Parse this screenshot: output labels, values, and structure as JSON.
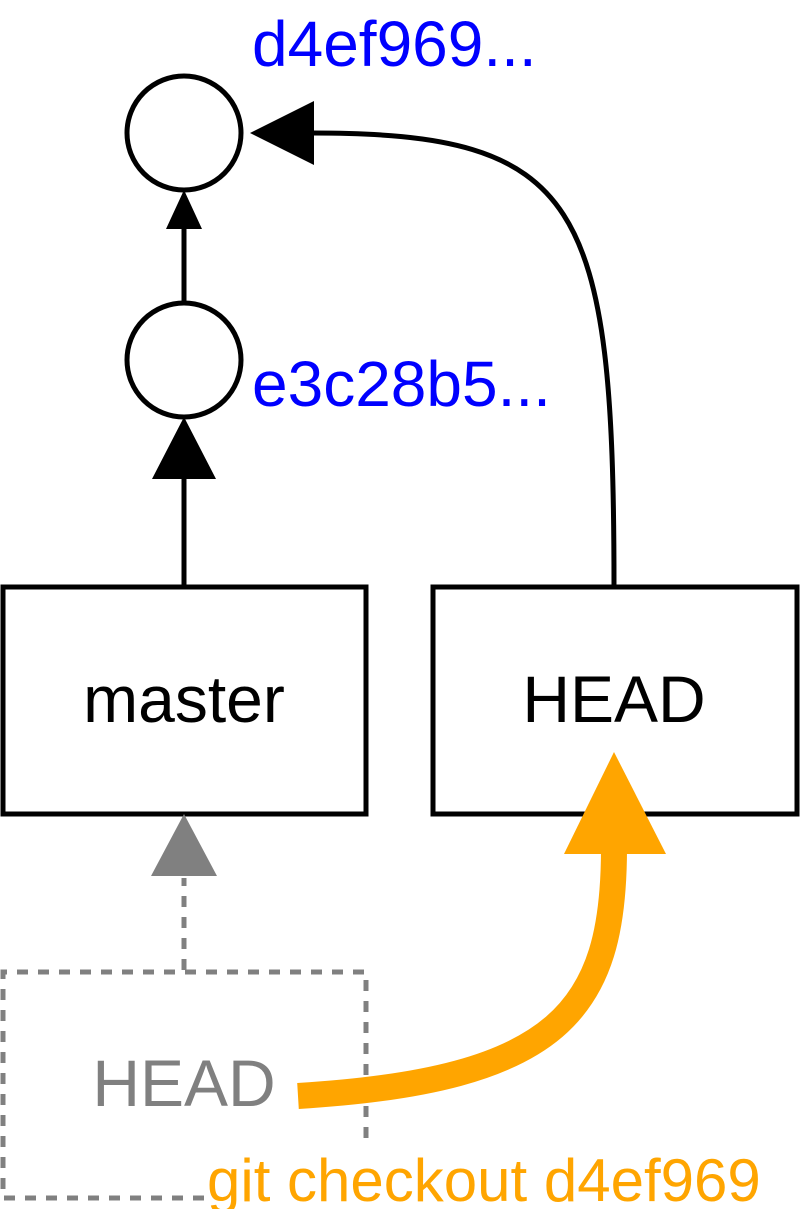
{
  "commits": [
    {
      "hash_label": "d4ef969..."
    },
    {
      "hash_label": "e3c28b5..."
    }
  ],
  "branches": {
    "master_label": "master",
    "head_label": "HEAD",
    "old_head_label": "HEAD"
  },
  "command": {
    "label": "git checkout d4ef969"
  },
  "colors": {
    "hash_text": "#0000ff",
    "command": "#ffa500",
    "previous_state": "#808080",
    "stroke": "#000000"
  }
}
